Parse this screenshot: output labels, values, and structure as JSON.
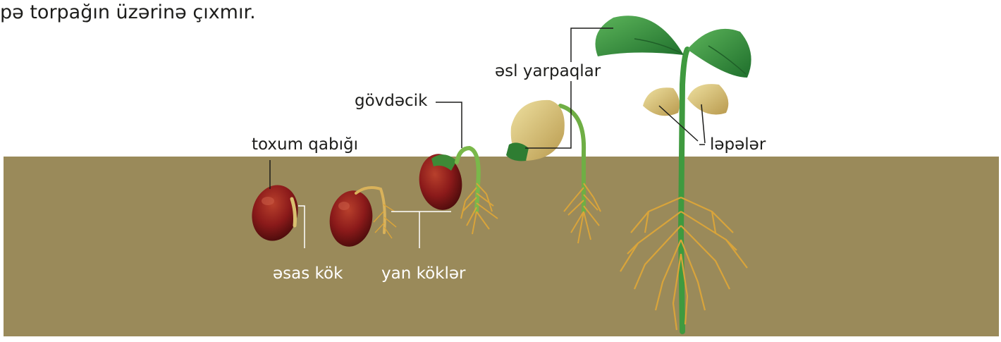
{
  "intro_text": "pə torpağın üzərinə çıxmır.",
  "labels": {
    "seed_coat": "toxum qabığı",
    "main_root": "əsas kök",
    "side_roots": "yan köklər",
    "stem": "gövdəcik",
    "true_leaves": "əsl yarpaqlar",
    "cotyledons": "ləpələr"
  },
  "colors": {
    "soil": "#9a8a5a",
    "seed": "#8b1a1a",
    "root": "#d9a43a",
    "stem": "#3f9a3f",
    "leaf": "#2f8a3a",
    "cotyledon": "#d8c07a"
  }
}
